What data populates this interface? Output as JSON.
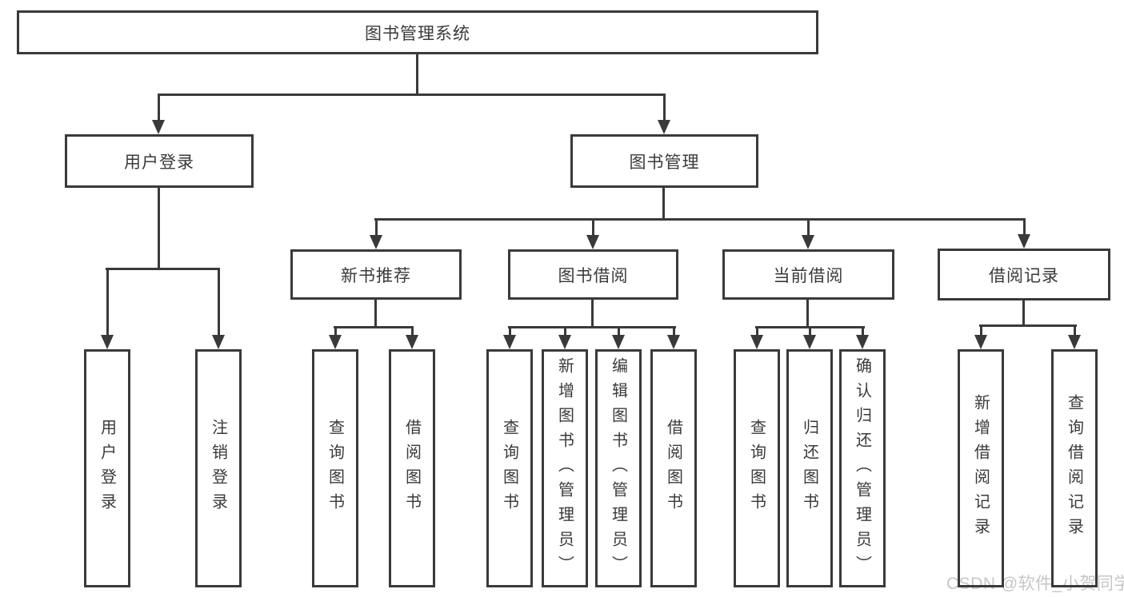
{
  "diagram": {
    "type": "tree",
    "nodes": {
      "root": {
        "label": "图书管理系统"
      },
      "user_login": {
        "label": "用户登录"
      },
      "book_mgmt": {
        "label": "图书管理"
      },
      "new_book_rec": {
        "label": "新书推荐"
      },
      "book_borrow": {
        "label": "图书借阅"
      },
      "current_borrow": {
        "label": "当前借阅"
      },
      "borrow_record": {
        "label": "借阅记录"
      },
      "leaf_user_login": {
        "label": "用户登录"
      },
      "leaf_logout": {
        "label": "注销登录"
      },
      "leaf_query_book_1": {
        "label": "查询图书"
      },
      "leaf_borrow_book_1": {
        "label": "借阅图书"
      },
      "leaf_query_book_2": {
        "label": "查询图书"
      },
      "leaf_add_book": {
        "label": "新增图书（管理员）"
      },
      "leaf_edit_book": {
        "label": "编辑图书（管理员）"
      },
      "leaf_borrow_book_2": {
        "label": "借阅图书"
      },
      "leaf_query_book_3": {
        "label": "查询图书"
      },
      "leaf_return_book": {
        "label": "归还图书"
      },
      "leaf_confirm_return": {
        "label": "确认归还（管理员）"
      },
      "leaf_add_record": {
        "label": "新增借阅记录"
      },
      "leaf_query_record": {
        "label": "查询借阅记录"
      }
    },
    "hierarchy": {
      "图书管理系统": {
        "用户登录": [
          "用户登录",
          "注销登录"
        ],
        "图书管理": {
          "新书推荐": [
            "查询图书",
            "借阅图书"
          ],
          "图书借阅": [
            "查询图书",
            "新增图书（管理员）",
            "编辑图书（管理员）",
            "借阅图书"
          ],
          "当前借阅": [
            "查询图书",
            "归还图书",
            "确认归还（管理员）"
          ],
          "借阅记录": [
            "新增借阅记录",
            "查询借阅记录"
          ]
        }
      }
    },
    "colors": {
      "line": "#3a3a3a",
      "box_fill": "#ffffff",
      "background": "#ffffff",
      "watermark": "#c6c6c6"
    }
  },
  "watermark": {
    "text": "CSDN @软件_小贺同学"
  }
}
